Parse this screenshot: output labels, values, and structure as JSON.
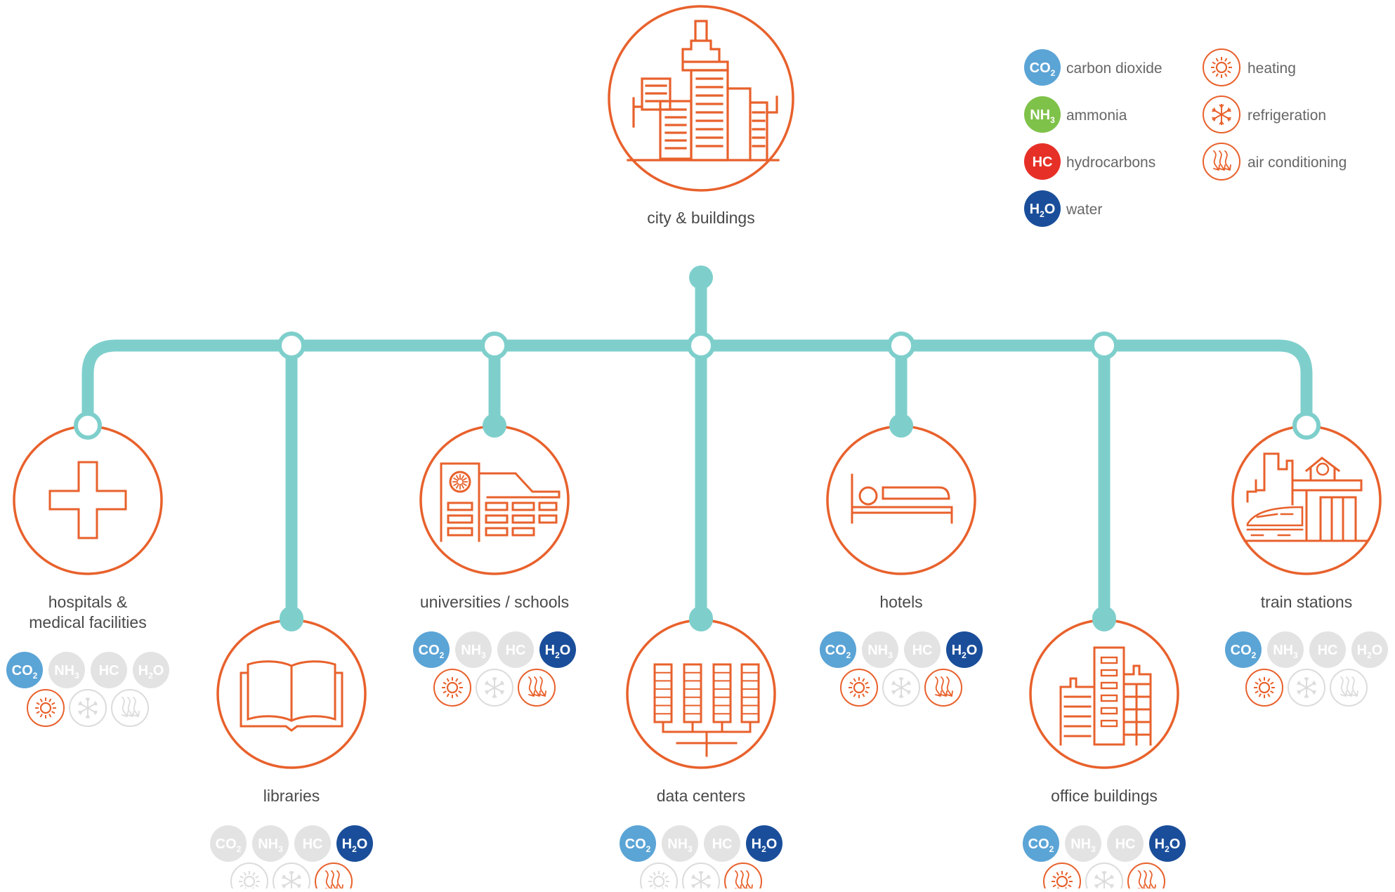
{
  "colors": {
    "orange": "#e8612c",
    "teal": "#7ecfcc",
    "co2": "#5ba4d6",
    "nh3": "#7fc24a",
    "hc": "#e63027",
    "h2o": "#1a4e9a",
    "inactive_fill": "#e3e3e3",
    "inactive_line": "#dcdcdc",
    "label": "#4a4a4a",
    "legend_text": "#666666"
  },
  "root": {
    "label": "city & buildings",
    "icon": "city-skyline-icon"
  },
  "legend": {
    "refrigerants": [
      {
        "key": "co2",
        "badge": [
          "CO",
          "2"
        ],
        "label": "carbon dioxide"
      },
      {
        "key": "nh3",
        "badge": [
          "NH",
          "3"
        ],
        "label": "ammonia"
      },
      {
        "key": "hc",
        "badge": [
          "HC",
          ""
        ],
        "label": "hydrocarbons"
      },
      {
        "key": "h2o",
        "badge": [
          "H",
          "2",
          "O"
        ],
        "label": "water"
      }
    ],
    "applications": [
      {
        "key": "heating",
        "icon": "heating-icon",
        "label": "heating"
      },
      {
        "key": "refrigeration",
        "icon": "refrigeration-icon",
        "label": "refrigeration"
      },
      {
        "key": "ac",
        "icon": "air-conditioning-icon",
        "label": "air conditioning"
      }
    ]
  },
  "branches": [
    {
      "id": "hospitals",
      "label": [
        "hospitals &",
        "medical facilities"
      ],
      "icon": "medical-cross-icon",
      "refrigerants": {
        "co2": true,
        "nh3": false,
        "hc": false,
        "h2o": false
      },
      "applications": {
        "heating": true,
        "refrigeration": false,
        "ac": false
      }
    },
    {
      "id": "libraries",
      "label": [
        "libraries"
      ],
      "icon": "book-icon",
      "refrigerants": {
        "co2": false,
        "nh3": false,
        "hc": false,
        "h2o": true
      },
      "applications": {
        "heating": false,
        "refrigeration": false,
        "ac": true
      }
    },
    {
      "id": "universities",
      "label": [
        "universities / schools"
      ],
      "icon": "school-building-icon",
      "refrigerants": {
        "co2": true,
        "nh3": false,
        "hc": false,
        "h2o": true
      },
      "applications": {
        "heating": true,
        "refrigeration": false,
        "ac": true
      }
    },
    {
      "id": "datacenters",
      "label": [
        "data centers"
      ],
      "icon": "server-racks-icon",
      "refrigerants": {
        "co2": true,
        "nh3": false,
        "hc": false,
        "h2o": true
      },
      "applications": {
        "heating": false,
        "refrigeration": false,
        "ac": true
      }
    },
    {
      "id": "hotels",
      "label": [
        "hotels"
      ],
      "icon": "bed-icon",
      "refrigerants": {
        "co2": true,
        "nh3": false,
        "hc": false,
        "h2o": true
      },
      "applications": {
        "heating": true,
        "refrigeration": false,
        "ac": true
      }
    },
    {
      "id": "offices",
      "label": [
        "office buildings"
      ],
      "icon": "office-buildings-icon",
      "refrigerants": {
        "co2": true,
        "nh3": false,
        "hc": false,
        "h2o": true
      },
      "applications": {
        "heating": true,
        "refrigeration": false,
        "ac": true
      }
    },
    {
      "id": "trains",
      "label": [
        "train stations"
      ],
      "icon": "train-station-icon",
      "refrigerants": {
        "co2": true,
        "nh3": false,
        "hc": false,
        "h2o": false
      },
      "applications": {
        "heating": true,
        "refrigeration": false,
        "ac": false
      }
    }
  ]
}
